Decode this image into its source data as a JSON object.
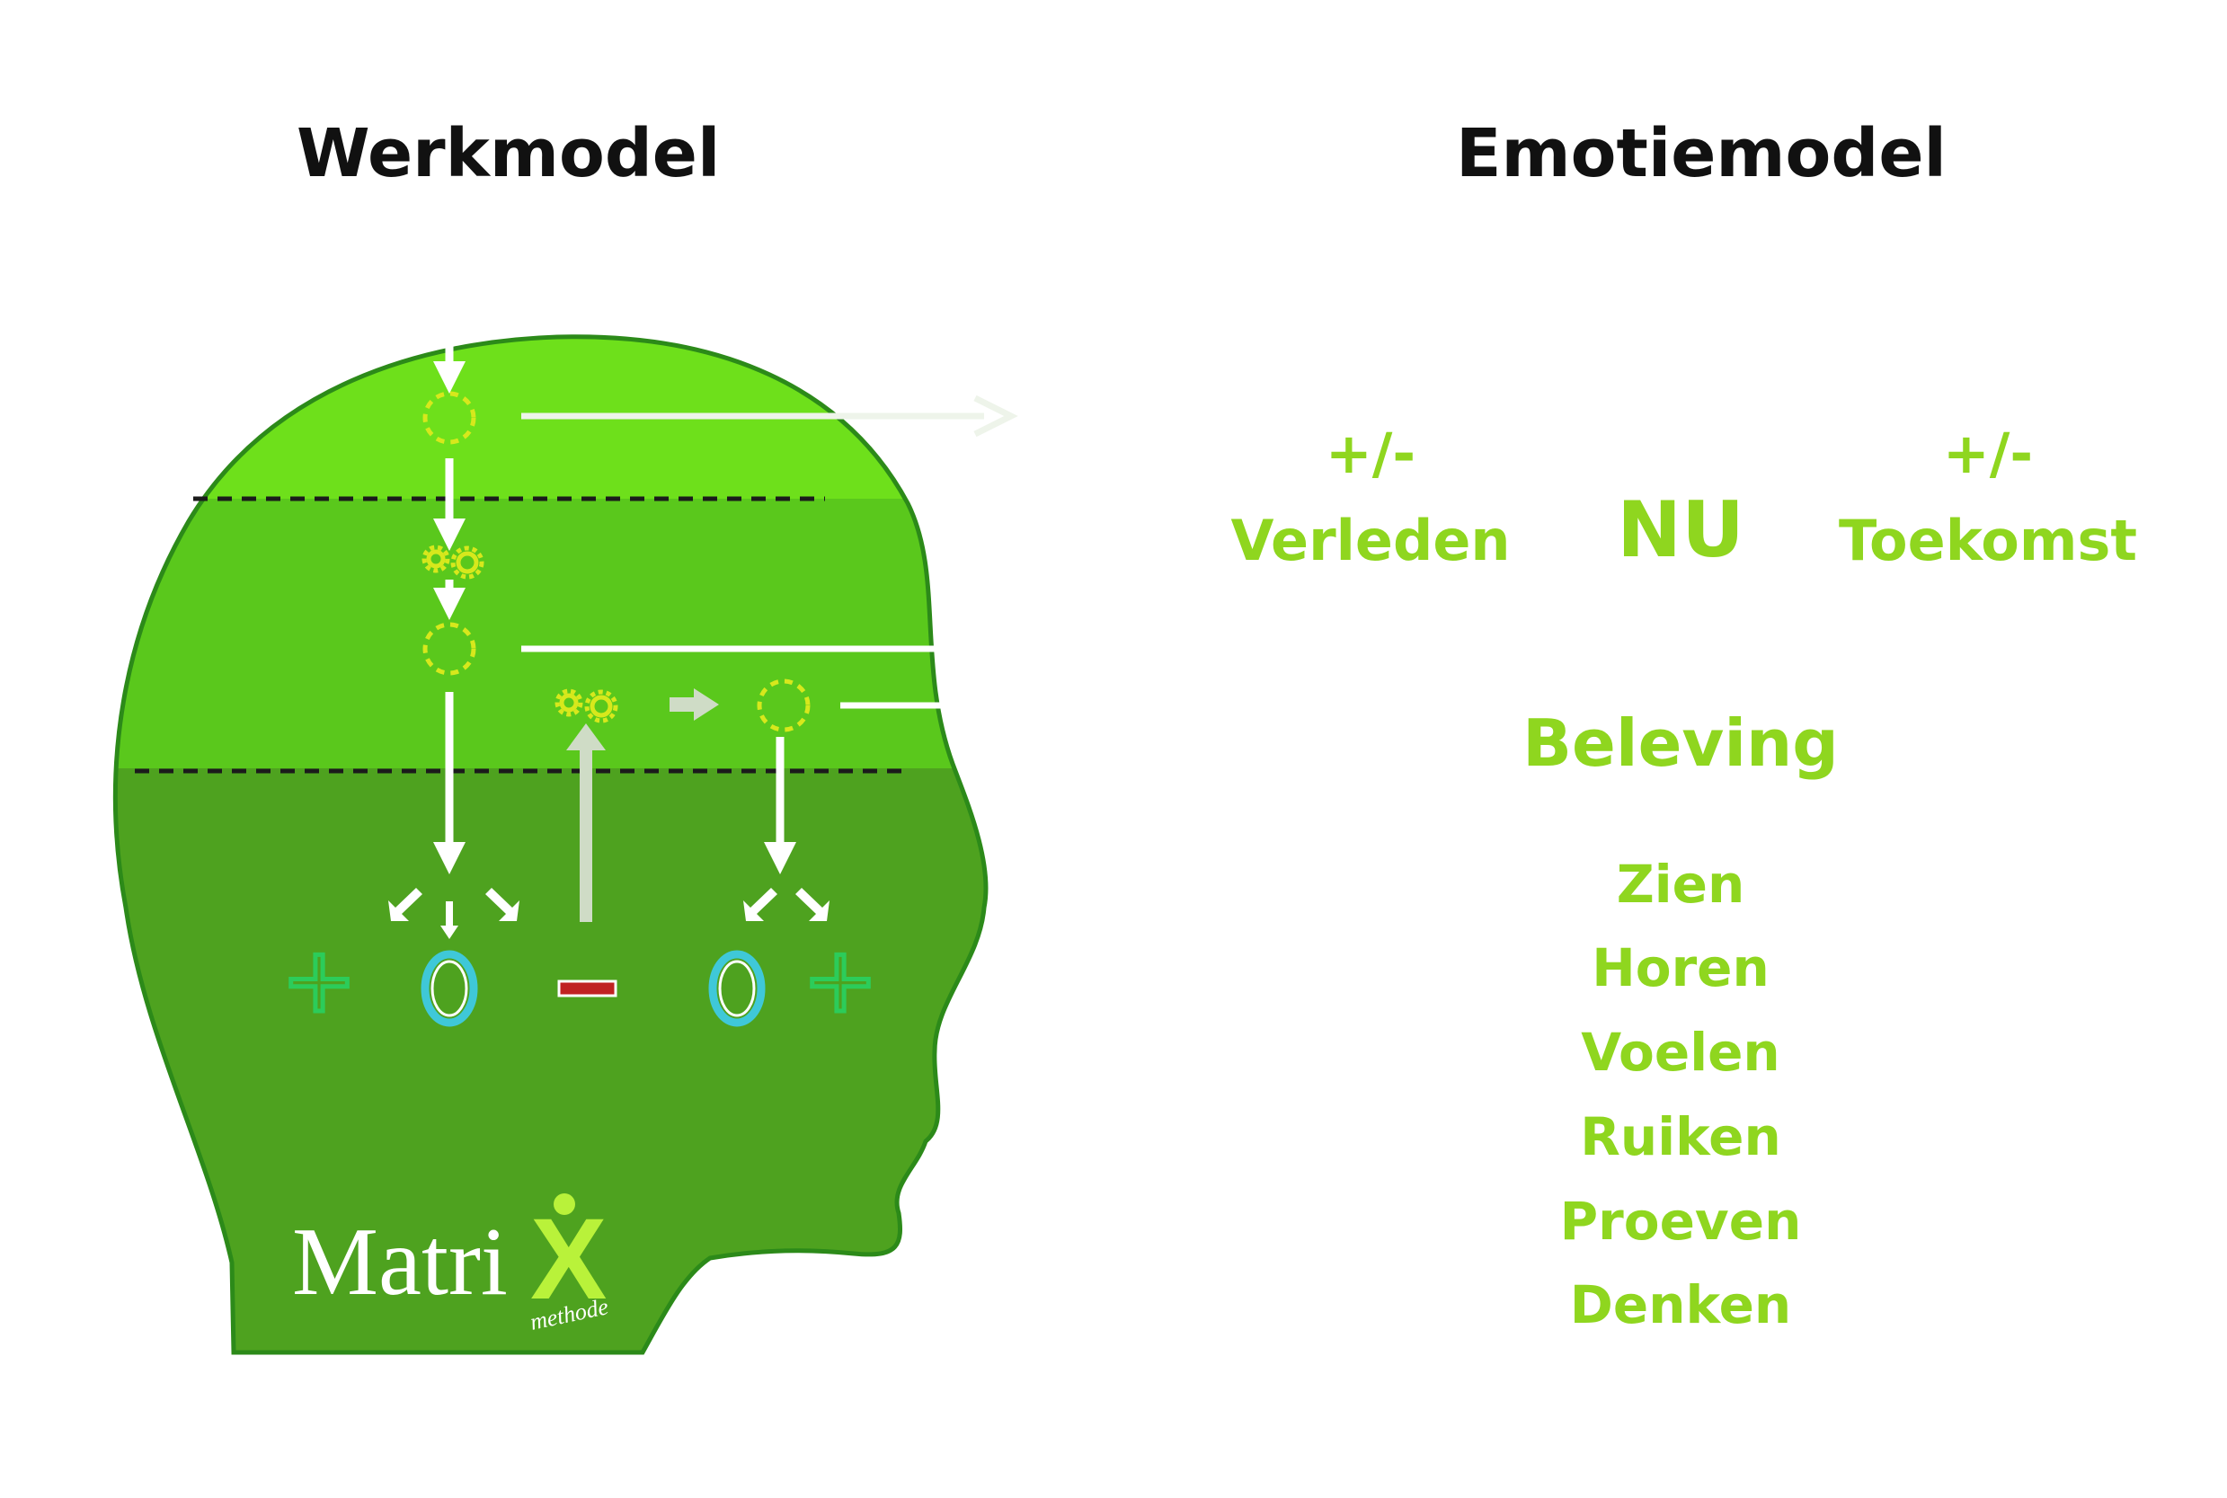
{
  "titles": {
    "work_model": "Werkmodel",
    "emotion_model": "Emotiemodel"
  },
  "logo": {
    "word": "Matri",
    "mark": "X",
    "tagline": "methode"
  },
  "symbols": {
    "plus": "+",
    "zero": "0",
    "minus": "−"
  },
  "timeline": {
    "past_sign": "+/-",
    "past": "Verleden",
    "now": "NU",
    "future_sign": "+/-",
    "future": "Toekomst"
  },
  "experience": {
    "heading": "Beleving",
    "senses": [
      "Zien",
      "Horen",
      "Voelen",
      "Ruiken",
      "Proeven",
      "Denken"
    ]
  },
  "colors": {
    "head_light": "#66d91c",
    "head_dark": "#4ea21f",
    "head_outline": "#2c8a19",
    "label_green": "#8fd61f",
    "gear_yellow": "#d7e81c",
    "zero_blue": "#3fc8d8",
    "minus_red": "#c02222",
    "plus_green": "#2ccc5a"
  }
}
